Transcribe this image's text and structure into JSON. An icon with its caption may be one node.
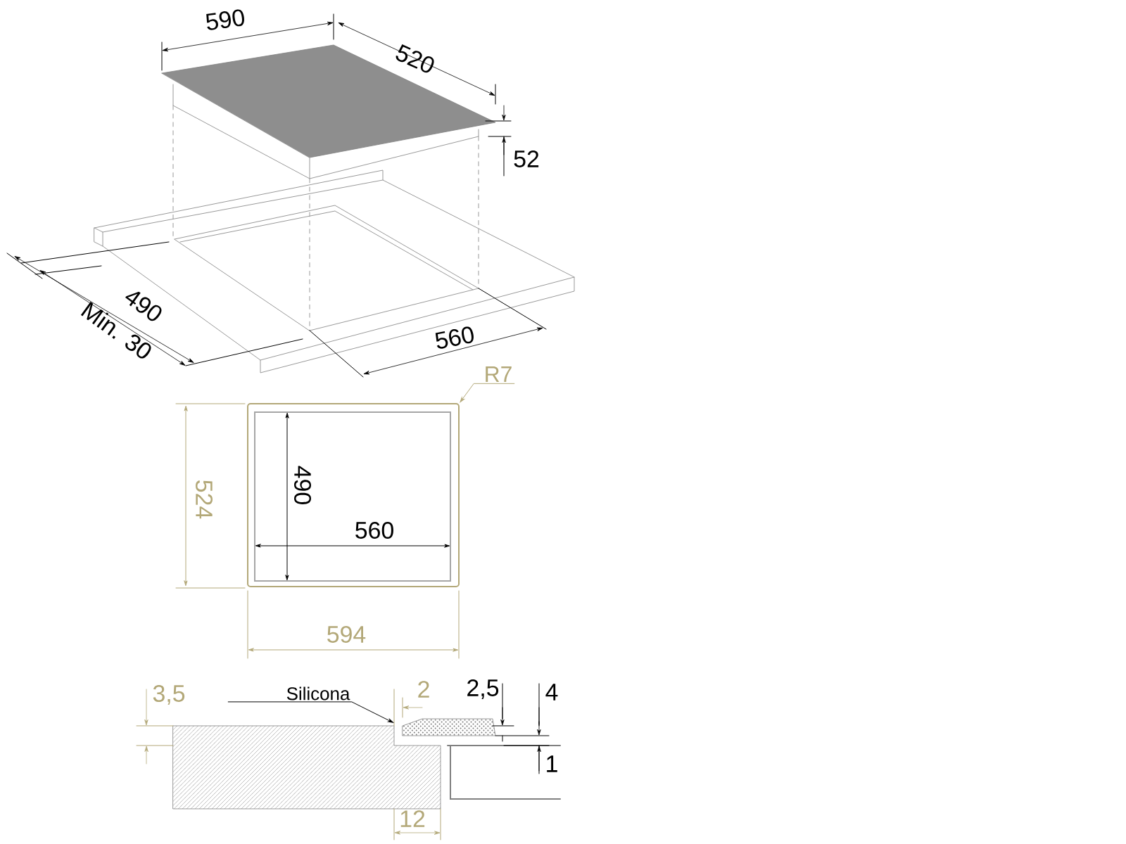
{
  "diagram": {
    "nodes": [
      {
        "text": [
          "Silicona"
        ]
      },
      {
        "text": [
          "R7"
        ]
      },
      {
        "text": [],
        "shape": "box"
      }
    ],
    "edges": [
      {
        "from": 0,
        "to": null,
        "arrow": "to"
      },
      {
        "from": 1,
        "to": 2,
        "arrow": "to",
        "color": "#b3a878"
      }
    ],
    "labels": [
      "590",
      "520",
      "52",
      "490",
      "Min. 30",
      "560",
      "524",
      "490",
      "560",
      "594",
      "3,5",
      "2",
      "2,5",
      "4",
      "1",
      "12"
    ]
  }
}
